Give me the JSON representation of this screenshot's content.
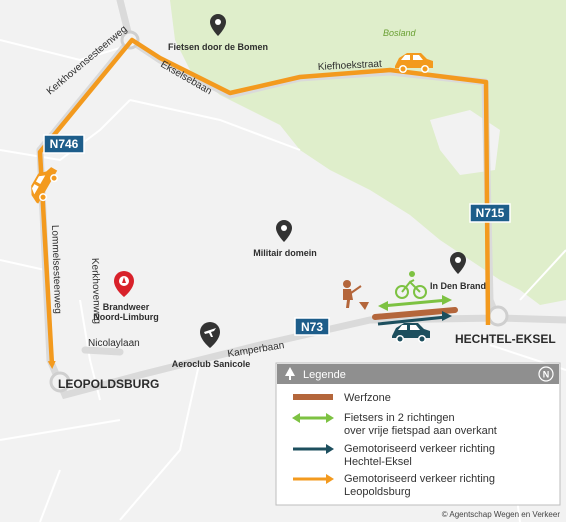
{
  "map": {
    "areas": {
      "forest": "Bosland"
    },
    "streets": {
      "kerkhovensesteenweg_top": "Kerkhovensesteenweg",
      "ekselsebaan": "Ekselsebaan",
      "kiefhoekstraat": "Kiefhoekstraat",
      "lommelsesteenweg": "Lommelsesteenweg",
      "kerkhovenweg": "Kerkhovenweg",
      "nicolaylaan": "Nicolaylaan",
      "kamperbaan": "Kamperbaan"
    },
    "road_numbers": {
      "n746": "N746",
      "n715": "N715",
      "n73": "N73"
    },
    "places": {
      "fietsen": "Fietsen door de Bomen",
      "militair": "Militair domein",
      "in_den_brand": "In Den Brand",
      "brandweer_1": "Brandweer",
      "brandweer_2": "Noord-Limburg",
      "aeroclub": "Aeroclub Sanicole"
    },
    "cities": {
      "leopoldsburg": "LEOPOLDSBURG",
      "hechtel": "HECHTEL-EKSEL"
    },
    "colors": {
      "orange_route": "#f39a1e",
      "green_bike": "#7dc242",
      "teal_car": "#1d4f5e",
      "werfzone": "#b4663b",
      "shield": "#1d5d8a",
      "forest": "#dfeecb",
      "road": "#e3e3e3"
    }
  },
  "legend": {
    "title": "Legende",
    "items": [
      {
        "lines": [
          "Werfzone"
        ],
        "symbol": "bar-brown"
      },
      {
        "lines": [
          "Fietsers in 2 richtingen",
          "over vrije fietspad aan overkant"
        ],
        "symbol": "double-arrow-green"
      },
      {
        "lines": [
          "Gemotoriseerd verkeer richting",
          "Hechtel-Eksel"
        ],
        "symbol": "arrow-teal"
      },
      {
        "lines": [
          "Gemotoriseerd verkeer richting",
          "Leopoldsburg"
        ],
        "symbol": "arrow-orange"
      }
    ]
  },
  "credit": "© Agentschap Wegen en Verkeer"
}
